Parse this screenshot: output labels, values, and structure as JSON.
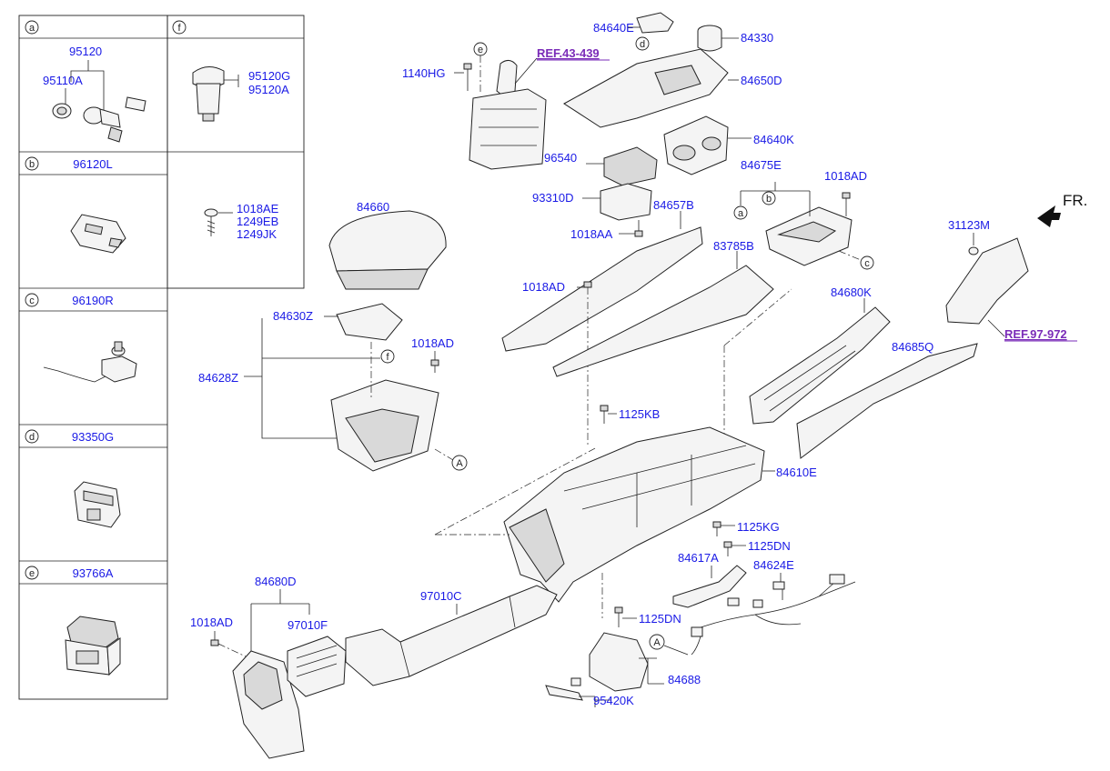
{
  "insets": {
    "a": {
      "letter": "a",
      "part": "95120",
      "sub1": "95110A"
    },
    "b": {
      "letter": "b",
      "part": "96120L"
    },
    "c": {
      "letter": "c",
      "part": "96190R"
    },
    "d": {
      "letter": "d",
      "part": "93350G"
    },
    "e": {
      "letter": "e",
      "part": "93766A"
    },
    "f": {
      "letter": "f",
      "part1": "95120G",
      "part2": "95120A",
      "s1": "1018AE",
      "s2": "1249EB",
      "s3": "1249JK"
    }
  },
  "labels": {
    "p84640E": "84640E",
    "p84330": "84330",
    "p1140HG": "1140HG",
    "ref43": "REF.43-439",
    "p84650D": "84650D",
    "p84640K": "84640K",
    "p96540": "96540",
    "p84675E": "84675E",
    "p1018AD_a": "1018AD",
    "p93310D": "93310D",
    "p84657B": "84657B",
    "p1018AA": "1018AA",
    "p84660": "84660",
    "p83785B": "83785B",
    "p1018AD_b": "1018AD",
    "p84630Z": "84630Z",
    "p1018AD_c": "1018AD",
    "p84628Z": "84628Z",
    "p84680K": "84680K",
    "p31123M": "31123M",
    "ref97": "REF.97-972",
    "p84685Q": "84685Q",
    "p1125KB": "1125KB",
    "p84610E": "84610E",
    "p1125KG": "1125KG",
    "p1125DN_a": "1125DN",
    "p84617A": "84617A",
    "p84624E": "84624E",
    "p84680D": "84680D",
    "p97010C": "97010C",
    "p97010F": "97010F",
    "p1018AD_d": "1018AD",
    "p1125DN_b": "1125DN",
    "p84688": "84688",
    "p95420K": "95420K",
    "fr": "FR."
  },
  "callouts": {
    "d": "d",
    "e": "e",
    "a": "a",
    "b": "b",
    "c": "c",
    "f": "f",
    "A1": "A",
    "A2": "A"
  }
}
